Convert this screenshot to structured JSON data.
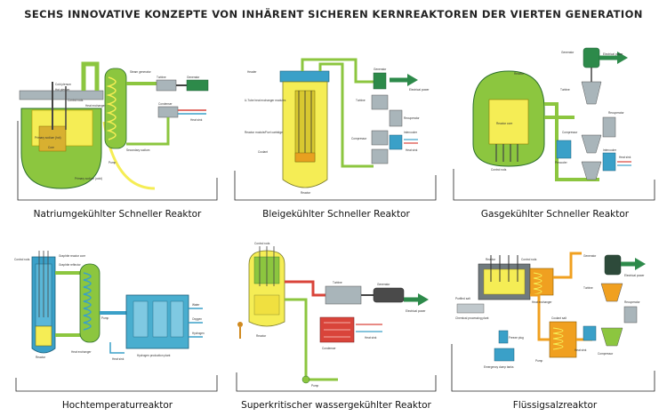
{
  "title": "SECHS INNOVATIVE KONZEPTE VON INHÄRENT SICHEREN KERNREAKTOREN DER VIERTEN GENERATION",
  "colors": {
    "coolant_green": "#8cc63f",
    "vessel_yellow": "#f5ed55",
    "pipe_blue": "#3aa0c8",
    "pipe_red": "#d9443a",
    "steel_grey": "#a9b5ba",
    "generator_green": "#2d8a4a",
    "salt_orange": "#f0a020",
    "background": "#ffffff"
  },
  "panels": [
    {
      "caption": "Natriumgekühlter Schneller Reaktor",
      "labels": {
        "cold_plenum": "Cold plenum",
        "hot_plenum": "Hot plenum",
        "control_rods": "Control rods",
        "primary_sodium_hot": "Primary sodium (hot)",
        "primary_sodium_cold": "Primary sodium (cold)",
        "core": "Core",
        "pump": "Pump",
        "heat_exchanger": "Heat exchanger",
        "steam_generator": "Steam generator",
        "turbine": "Turbine",
        "generator": "Generator",
        "condenser": "Condenser",
        "secondary_sodium": "Secondary sodium",
        "heat_sink": "Heat sink"
      }
    },
    {
      "caption": "Bleigekühlter Schneller Reaktor",
      "labels": {
        "header": "Header",
        "u_tube": "U-Tube heat exchanger modules",
        "reactor_module": "Reactor module/Fuel cartridge",
        "coolant": "Coolant",
        "reactor": "Reactor",
        "generator": "Generator",
        "electrical_power": "Electrical power",
        "turbine": "Turbine",
        "recuperator": "Recuperator",
        "compressor": "Compressor",
        "intercooler": "Intercooler",
        "heat_sink": "Heat sink"
      }
    },
    {
      "caption": "Gasgekühlter Schneller Reaktor",
      "labels": {
        "generator": "Generator",
        "electrical_power": "Electrical power",
        "turbine": "Turbine",
        "reactor": "Reactor",
        "reactor_core": "Reactor core",
        "control_rods": "Control rods",
        "compressor": "Compressor",
        "recuperator": "Recuperator",
        "heat_sink": "Heat sink",
        "precooler": "Precooler",
        "intercooler": "Intercooler"
      }
    },
    {
      "caption": "Hochtemperaturreaktor",
      "labels": {
        "graphite_reactor_core": "Graphite reactor core",
        "graphite_reflector": "Graphite reflector",
        "control_rods": "Control rods",
        "reactor": "Reactor",
        "heat_exchanger": "Heat exchanger",
        "pump": "Pump",
        "water": "Water",
        "oxygen": "Oxygen",
        "hydrogen": "Hydrogen",
        "heat_sink": "Heat sink",
        "hydrogen_production_plant": "Hydrogen production plant"
      }
    },
    {
      "caption": "Superkritischer wassergekühlter Reaktor",
      "labels": {
        "control_rods": "Control rods",
        "reactor": "Reactor",
        "turbine": "Turbine",
        "generator": "Generator",
        "electrical_power": "Electrical power",
        "condenser": "Condenser",
        "heat_sink": "Heat sink",
        "pump": "Pump"
      }
    },
    {
      "caption": "Flüssigsalzreaktor",
      "labels": {
        "reactor": "Reactor",
        "control_rods": "Control rods",
        "coolant_salt": "Coolant salt",
        "heat_exchanger": "Heat exchanger",
        "purified_salt": "Purified salt",
        "chemical_processing_plant": "Chemical processing plant",
        "freeze_plug": "Freeze plug",
        "emergency_dump_tanks": "Emergency dump tanks",
        "generator": "Generator",
        "turbine": "Turbine",
        "recuperator": "Recuperator",
        "compressor": "Compressor",
        "heat_sink": "Heat sink",
        "electrical_power": "Electrical power",
        "pump": "Pump"
      }
    }
  ]
}
